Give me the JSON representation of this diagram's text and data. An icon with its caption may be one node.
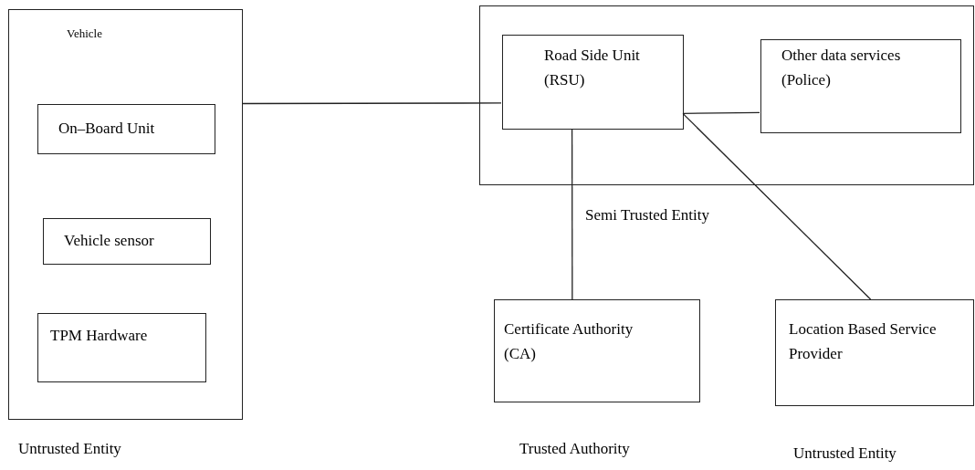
{
  "diagram": {
    "nodes": [
      {
        "text": [
          "Vehicle"
        ],
        "beside": [
          "Untrusted Entity"
        ]
      },
      {
        "text": [
          "On–Board Unit"
        ],
        "in": 0
      },
      {
        "text": [
          "Vehicle sensor"
        ],
        "in": 0
      },
      {
        "text": [
          "TPM Hardware"
        ],
        "in": 0
      },
      {
        "text": [],
        "shape": "box",
        "beside": [
          "Semi Trusted Entity"
        ]
      },
      {
        "text": [
          "Road Side Unit (RSU)"
        ],
        "in": 4
      },
      {
        "text": [
          "Other data services (Police)"
        ],
        "in": 4
      },
      {
        "text": [
          "Certificate Authority (CA)"
        ],
        "beside": [
          "Trusted Authority"
        ]
      },
      {
        "text": [
          "Location Based Service Provider"
        ],
        "beside": [
          "Untrusted Entity"
        ]
      }
    ],
    "edges": [
      {
        "from": 0,
        "to": 5,
        "arrow": "none"
      },
      {
        "from": 5,
        "to": 6,
        "arrow": "none"
      },
      {
        "from": 5,
        "to": 7,
        "arrow": "none"
      },
      {
        "from": 5,
        "to": 8,
        "arrow": "none"
      }
    ]
  }
}
